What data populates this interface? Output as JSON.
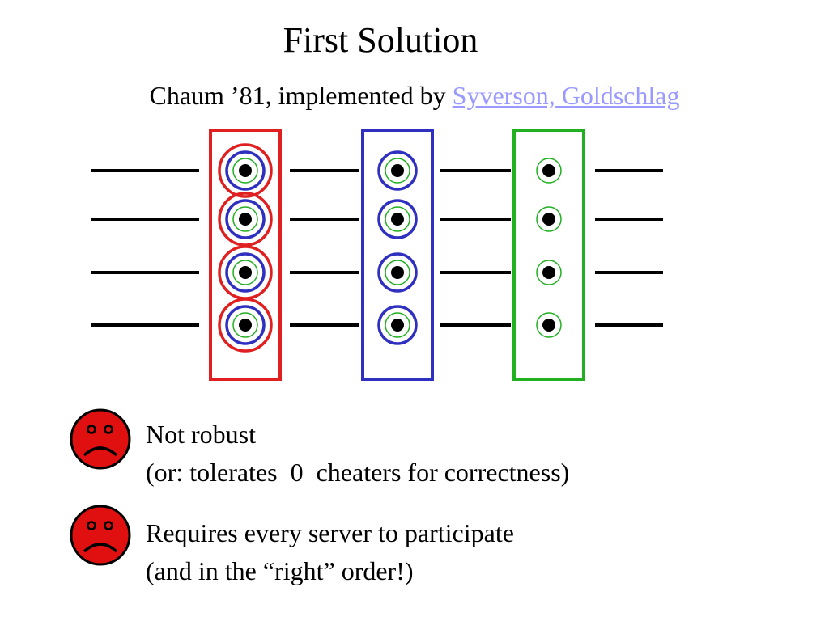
{
  "slide": {
    "title": "First Solution",
    "subtitle_prefix": "Chaum ’81, implemented by ",
    "subtitle_link": "Syverson, Goldschlag"
  },
  "diagram": {
    "servers": [
      {
        "color": "#e02020",
        "layers": [
          "#e02020",
          "#3030c0",
          "#20b020"
        ]
      },
      {
        "color": "#3030c0",
        "layers": [
          "#3030c0",
          "#20b020"
        ]
      },
      {
        "color": "#20b020",
        "layers": [
          "#20b020"
        ]
      }
    ],
    "messages": 4,
    "icons": {
      "bullet": "sad-face-icon",
      "face_color": "#e01010"
    }
  },
  "bullets": [
    {
      "line1": "Not robust",
      "line2": "(or: tolerates  0  cheaters for correctness)"
    },
    {
      "line1": "Requires every server to participate",
      "line2": "(and in the “right” order!)"
    }
  ]
}
